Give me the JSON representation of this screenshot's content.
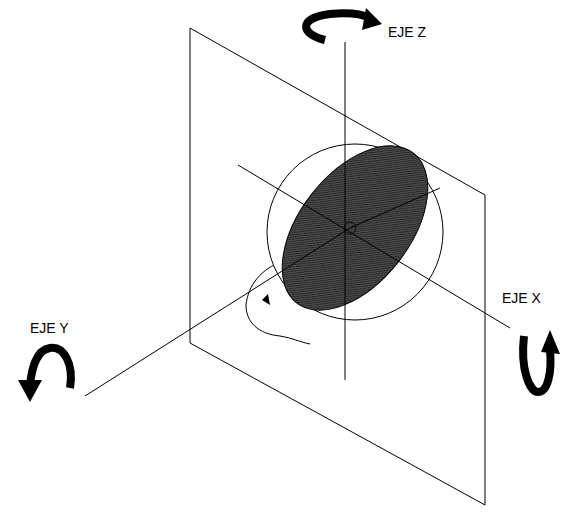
{
  "diagram": {
    "labels": [
      "EJE Z",
      "EJE X",
      "EJE Y"
    ]
  }
}
